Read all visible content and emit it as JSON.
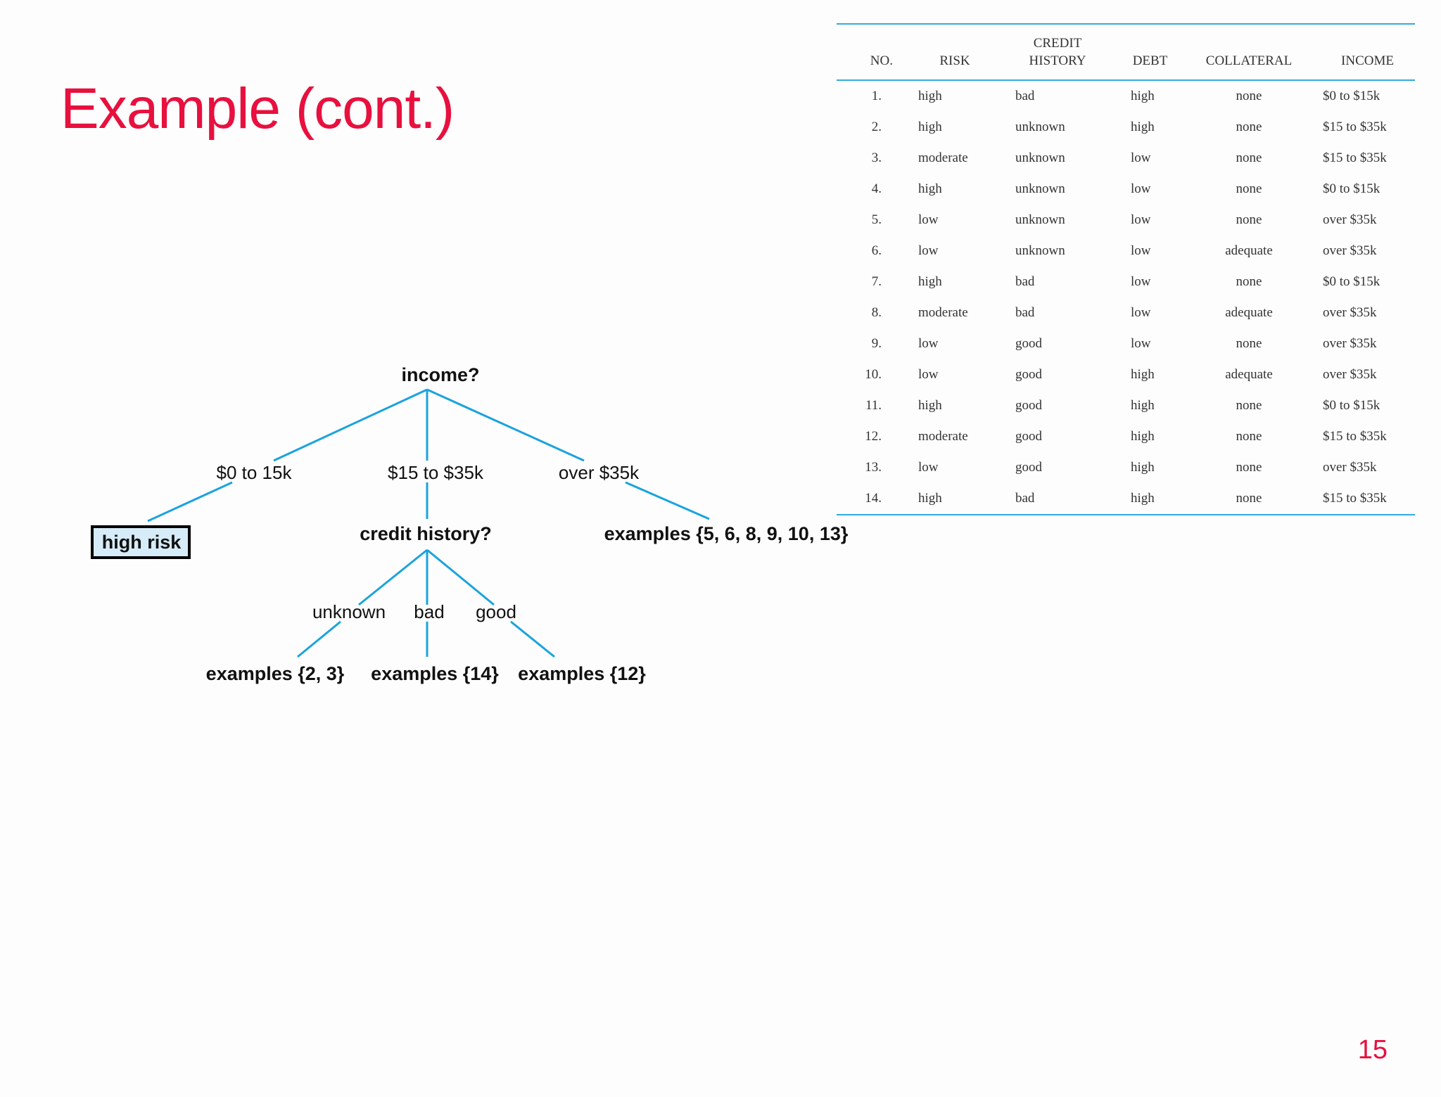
{
  "slide": {
    "title": "Example (cont.)",
    "page_number": "15"
  },
  "table": {
    "headers": {
      "no": "NO.",
      "risk": "RISK",
      "credit_line1": "CREDIT",
      "credit_line2": "HISTORY",
      "debt": "DEBT",
      "collateral": "COLLATERAL",
      "income": "INCOME"
    },
    "rows": [
      {
        "no": "1.",
        "risk": "high",
        "credit": "bad",
        "debt": "high",
        "collateral": "none",
        "income": "$0 to $15k"
      },
      {
        "no": "2.",
        "risk": "high",
        "credit": "unknown",
        "debt": "high",
        "collateral": "none",
        "income": "$15 to $35k"
      },
      {
        "no": "3.",
        "risk": "moderate",
        "credit": "unknown",
        "debt": "low",
        "collateral": "none",
        "income": "$15 to $35k"
      },
      {
        "no": "4.",
        "risk": "high",
        "credit": "unknown",
        "debt": "low",
        "collateral": "none",
        "income": "$0 to $15k"
      },
      {
        "no": "5.",
        "risk": "low",
        "credit": "unknown",
        "debt": "low",
        "collateral": "none",
        "income": "over $35k"
      },
      {
        "no": "6.",
        "risk": "low",
        "credit": "unknown",
        "debt": "low",
        "collateral": "adequate",
        "income": "over $35k"
      },
      {
        "no": "7.",
        "risk": "high",
        "credit": "bad",
        "debt": "low",
        "collateral": "none",
        "income": "$0 to $15k"
      },
      {
        "no": "8.",
        "risk": "moderate",
        "credit": "bad",
        "debt": "low",
        "collateral": "adequate",
        "income": "over $35k"
      },
      {
        "no": "9.",
        "risk": "low",
        "credit": "good",
        "debt": "low",
        "collateral": "none",
        "income": "over $35k"
      },
      {
        "no": "10.",
        "risk": "low",
        "credit": "good",
        "debt": "high",
        "collateral": "adequate",
        "income": "over $35k"
      },
      {
        "no": "11.",
        "risk": "high",
        "credit": "good",
        "debt": "high",
        "collateral": "none",
        "income": "$0 to $15k"
      },
      {
        "no": "12.",
        "risk": "moderate",
        "credit": "good",
        "debt": "high",
        "collateral": "none",
        "income": "$15 to $35k"
      },
      {
        "no": "13.",
        "risk": "low",
        "credit": "good",
        "debt": "high",
        "collateral": "none",
        "income": "over $35k"
      },
      {
        "no": "14.",
        "risk": "high",
        "credit": "bad",
        "debt": "high",
        "collateral": "none",
        "income": "$15 to $35k"
      }
    ]
  },
  "tree": {
    "root": "income?",
    "branch_labels": {
      "low_income": "$0 to 15k",
      "mid_income": "$15 to $35k",
      "high_income": "over $35k"
    },
    "leaf_high_risk": "high risk",
    "credit_node": "credit history?",
    "high_income_examples": "examples {5, 6, 8, 9, 10, 13}",
    "credit_branch_labels": {
      "unknown": "unknown",
      "bad": "bad",
      "good": "good"
    },
    "unknown_examples": "examples {2, 3}",
    "bad_examples": "examples {14}",
    "good_examples": "examples {12}"
  },
  "colors": {
    "title": "#e8103e",
    "edges": "#1aa3dd",
    "leaf_fill": "#d6ecf8",
    "table_rules": "#33aadd"
  }
}
